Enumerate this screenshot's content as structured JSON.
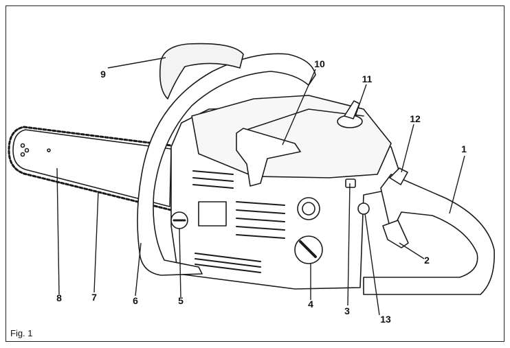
{
  "figure": {
    "caption": "Fig. 1",
    "callouts": {
      "c1": "1",
      "c2": "2",
      "c3": "3",
      "c4": "4",
      "c5": "5",
      "c6": "6",
      "c7": "7",
      "c8": "8",
      "c9": "9",
      "c10": "10",
      "c11": "11",
      "c12": "12",
      "c13": "13"
    }
  },
  "colors": {
    "line": "#1a1a1a",
    "fill": "#ffffff",
    "shade": "#d8d8d8"
  }
}
